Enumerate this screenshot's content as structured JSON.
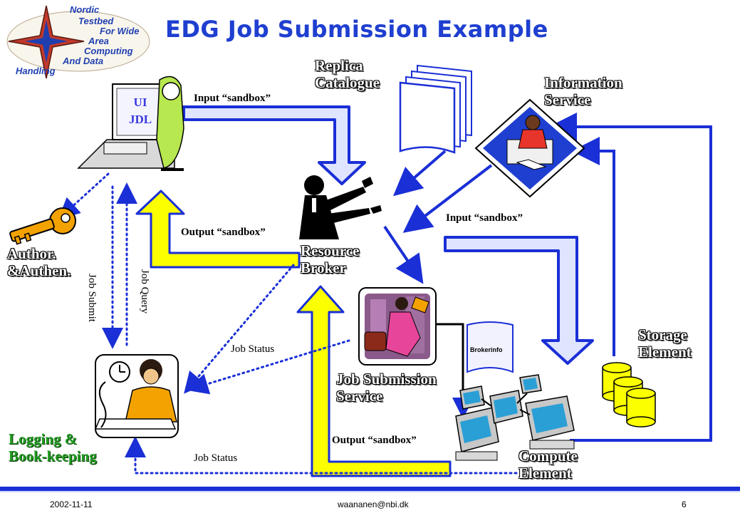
{
  "slide": {
    "title": "EDG Job Submission Example",
    "logo_words": [
      "Nordic",
      "Testbed",
      "For Wide",
      "Area",
      "Computing",
      "And Data",
      "Handling"
    ]
  },
  "nodes": {
    "ui_line1": "UI",
    "ui_line2": "JDL",
    "replica_line1": "Replica",
    "replica_line2": "Catalogue",
    "info_line1": "Information",
    "info_line2": "Service",
    "rb_line1": "Resource",
    "rb_line2": "Broker",
    "auth_line1": "Author.",
    "auth_line2": "&Authen.",
    "jss_line1": "Job Submission",
    "jss_line2": "Service",
    "se_line1": "Storage",
    "se_line2": "Element",
    "ce_line1": "Compute",
    "ce_line2": "Element",
    "lb_line1": "Logging &",
    "lb_line2": "Book-keeping",
    "brokerinfo": "Brokerinfo"
  },
  "edges": {
    "input_sandbox_top": "Input “sandbox”",
    "output_sandbox_left": "Output “sandbox”",
    "input_sandbox_right": "Input “sandbox”",
    "output_sandbox_bottom": "Output “sandbox”",
    "job_submit": "Job Submit",
    "job_query": "Job Query",
    "job_status_mid": "Job Status",
    "job_status_bottom": "Job Status"
  },
  "footer": {
    "date": "2002-11-11",
    "email": "waananen@nbi.dk",
    "page": "6"
  },
  "colors": {
    "title": "#1f3fd0",
    "arrow_blue": "#1a2fd6",
    "arrow_fill_blue": "#dfe4ff",
    "arrow_fill_yellow": "#fbff00",
    "dotted_blue": "#1a2fd6",
    "footer_bar": "#1a2fd6"
  }
}
